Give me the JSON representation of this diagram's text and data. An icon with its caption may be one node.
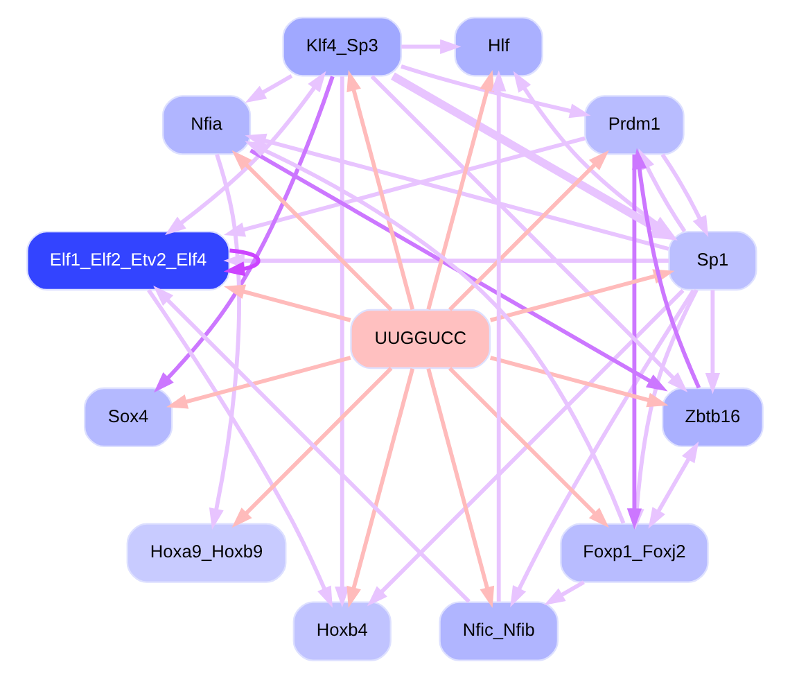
{
  "diagram": {
    "nodes": [
      {
        "text": [
          "Sp1"
        ]
      },
      {
        "text": [
          "Prdm1"
        ]
      },
      {
        "text": [
          "Hlf"
        ]
      },
      {
        "text": [
          "Klf4_Sp3"
        ]
      },
      {
        "text": [
          "Nfia"
        ]
      },
      {
        "text": [
          "Elf1_Elf2_Etv2_Elf4"
        ]
      },
      {
        "text": [
          "UUGGUCC"
        ]
      },
      {
        "text": [
          "Sox4"
        ]
      },
      {
        "text": [
          "Hoxa9_Hoxb9"
        ]
      },
      {
        "text": [
          "Hoxb4"
        ]
      },
      {
        "text": [
          "Nfic_Nfib"
        ]
      },
      {
        "text": [
          "Foxp1_Foxj2"
        ]
      },
      {
        "text": [
          "Zbtb16"
        ]
      }
    ],
    "edges": [
      {
        "from": 6,
        "to": 0,
        "arrow": "to",
        "color": "#ffbbbb"
      },
      {
        "from": 6,
        "to": 1,
        "arrow": "to",
        "color": "#ffbbbb"
      },
      {
        "from": 6,
        "to": 2,
        "arrow": "to",
        "color": "#ffbbbb"
      },
      {
        "from": 6,
        "to": 3,
        "arrow": "to",
        "color": "#ffbbbb"
      },
      {
        "from": 6,
        "to": 4,
        "arrow": "to",
        "color": "#ffbbbb"
      },
      {
        "from": 6,
        "to": 5,
        "arrow": "to",
        "color": "#ffbbbb"
      },
      {
        "from": 6,
        "to": 7,
        "arrow": "to",
        "color": "#ffbbbb"
      },
      {
        "from": 6,
        "to": 8,
        "arrow": "to",
        "color": "#ffbbbb"
      },
      {
        "from": 6,
        "to": 9,
        "arrow": "to",
        "color": "#ffbbbb"
      },
      {
        "from": 6,
        "to": 10,
        "arrow": "to",
        "color": "#ffbbbb"
      },
      {
        "from": 6,
        "to": 11,
        "arrow": "to",
        "color": "#ffbbbb"
      },
      {
        "from": 6,
        "to": 12,
        "arrow": "to",
        "color": "#ffbbbb"
      },
      {
        "from": 0,
        "to": 1,
        "arrow": "to"
      },
      {
        "from": 1,
        "to": 0,
        "arrow": "to"
      },
      {
        "from": 0,
        "to": 2,
        "arrow": "to"
      },
      {
        "from": 0,
        "to": 4,
        "arrow": "to"
      },
      {
        "from": 0,
        "to": 9,
        "arrow": "to"
      },
      {
        "from": 0,
        "to": 11,
        "arrow": "to"
      },
      {
        "from": 0,
        "to": 12,
        "arrow": "to"
      },
      {
        "from": 0,
        "to": 10,
        "arrow": "to"
      },
      {
        "from": 0,
        "to": 5,
        "arrow": "to"
      },
      {
        "from": 3,
        "to": 0,
        "arrow": "to",
        "style": "thick"
      },
      {
        "from": 3,
        "to": 1,
        "arrow": "to"
      },
      {
        "from": 3,
        "to": 2,
        "arrow": "to"
      },
      {
        "from": 3,
        "to": 4,
        "arrow": "to"
      },
      {
        "from": 3,
        "to": 7,
        "arrow": "to",
        "color": "#cc77ff"
      },
      {
        "from": 3,
        "to": 5,
        "arrow": "both"
      },
      {
        "from": 5,
        "to": 5,
        "arrow": "to",
        "color": "#cc44ff"
      },
      {
        "from": 4,
        "to": 12,
        "arrow": "to",
        "color": "#cc77ff"
      },
      {
        "from": 4,
        "to": 8,
        "arrow": "to"
      },
      {
        "from": 10,
        "to": 2,
        "arrow": "to"
      },
      {
        "from": 11,
        "to": 4,
        "arrow": "to"
      },
      {
        "from": 11,
        "to": 10,
        "arrow": "to"
      },
      {
        "from": 11,
        "to": 12,
        "arrow": "both"
      },
      {
        "from": 12,
        "to": 1,
        "arrow": "to",
        "color": "#cc77ff"
      },
      {
        "from": 1,
        "to": 11,
        "arrow": "to",
        "color": "#cc77ff"
      },
      {
        "from": 10,
        "to": 5,
        "arrow": "to"
      },
      {
        "from": 3,
        "to": 9,
        "arrow": "to"
      },
      {
        "from": 5,
        "to": 9,
        "arrow": "to"
      },
      {
        "from": 3,
        "to": 12,
        "arrow": "to"
      },
      {
        "from": 1,
        "to": 5,
        "arrow": "to"
      }
    ]
  }
}
